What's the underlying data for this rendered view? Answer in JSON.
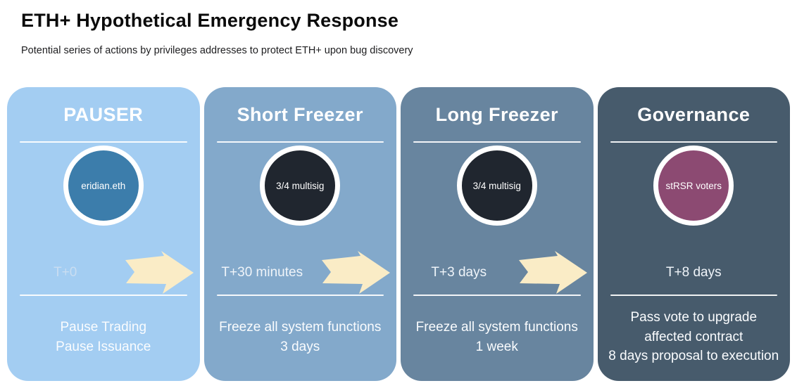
{
  "page": {
    "title": "ETH+ Hypothetical Emergency Response",
    "subtitle": "Potential series of actions by privileges addresses to protect ETH+ upon bug discovery"
  },
  "arrow": {
    "color": "#faecc6"
  },
  "cards": [
    {
      "title": "PAUSER",
      "bg": "#a3cdf2",
      "circle": {
        "label": "eridian.eth",
        "color": "#3c7dab"
      },
      "time": {
        "label": "T+0",
        "color": "#c9ddf1"
      },
      "caption_lines": [
        "Pause Trading",
        "Pause Issuance"
      ]
    },
    {
      "title": "Short Freezer",
      "bg": "#83a9cb",
      "circle": {
        "label": "3/4 multisig",
        "color": "#20262f"
      },
      "time": {
        "label": "T+30 minutes",
        "color": "#eff4f9"
      },
      "caption_lines": [
        "Freeze all system functions",
        "3 days"
      ]
    },
    {
      "title": "Long Freezer",
      "bg": "#68859f",
      "circle": {
        "label": "3/4 multisig",
        "color": "#20262f"
      },
      "time": {
        "label": "T+3 days",
        "color": "#eff4f9"
      },
      "caption_lines": [
        "Freeze all system functions",
        "1 week"
      ]
    },
    {
      "title": "Governance",
      "bg": "#475b6c",
      "circle": {
        "label": "stRSR voters",
        "color": "#8c4a72"
      },
      "time": {
        "label": "T+8 days",
        "color": "#eff4f9"
      },
      "caption_lines": [
        "Pass vote to upgrade",
        "affected contract",
        "8 days proposal to execution"
      ]
    }
  ]
}
